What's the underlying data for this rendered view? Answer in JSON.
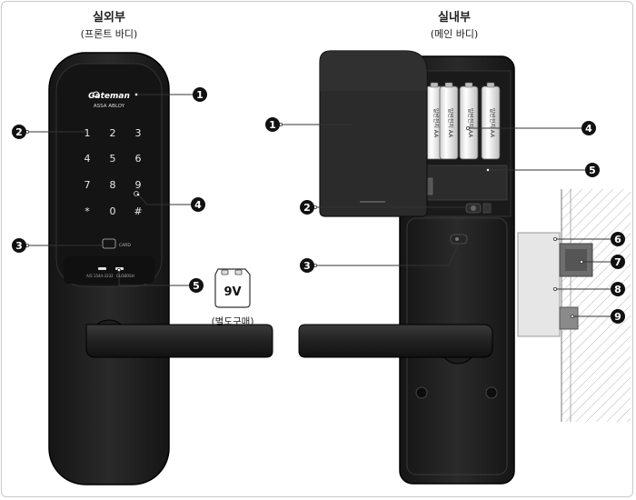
{
  "front": {
    "title": "실외부",
    "subtitle": "(프론트 바디)",
    "brand": "Gateman",
    "brand_sub": "ASSA ABLOY",
    "keys": [
      "1",
      "2",
      "3",
      "4",
      "5",
      "6",
      "7",
      "8",
      "9",
      "*",
      "0",
      "#"
    ],
    "card_label": "CARD",
    "bottom_text_left": "A/S 1544-3232",
    "bottom_text_right": "GLOBOSH",
    "battery_label": "9V",
    "battery_note": "(별도구매)",
    "callouts": [
      "1",
      "2",
      "3",
      "4",
      "5"
    ]
  },
  "back": {
    "title": "실내부",
    "subtitle": "(메인 바디)",
    "battery_text": "일반전지 AA",
    "callouts": [
      "1",
      "2",
      "3",
      "4",
      "5",
      "6",
      "7",
      "8",
      "9"
    ]
  },
  "colors": {
    "lock_body": "#1f1f1f",
    "panel": "#141414",
    "callout": "#111111",
    "line": "#333333",
    "strike": "#e2e2e2",
    "bolt": "#6e6e6e"
  }
}
